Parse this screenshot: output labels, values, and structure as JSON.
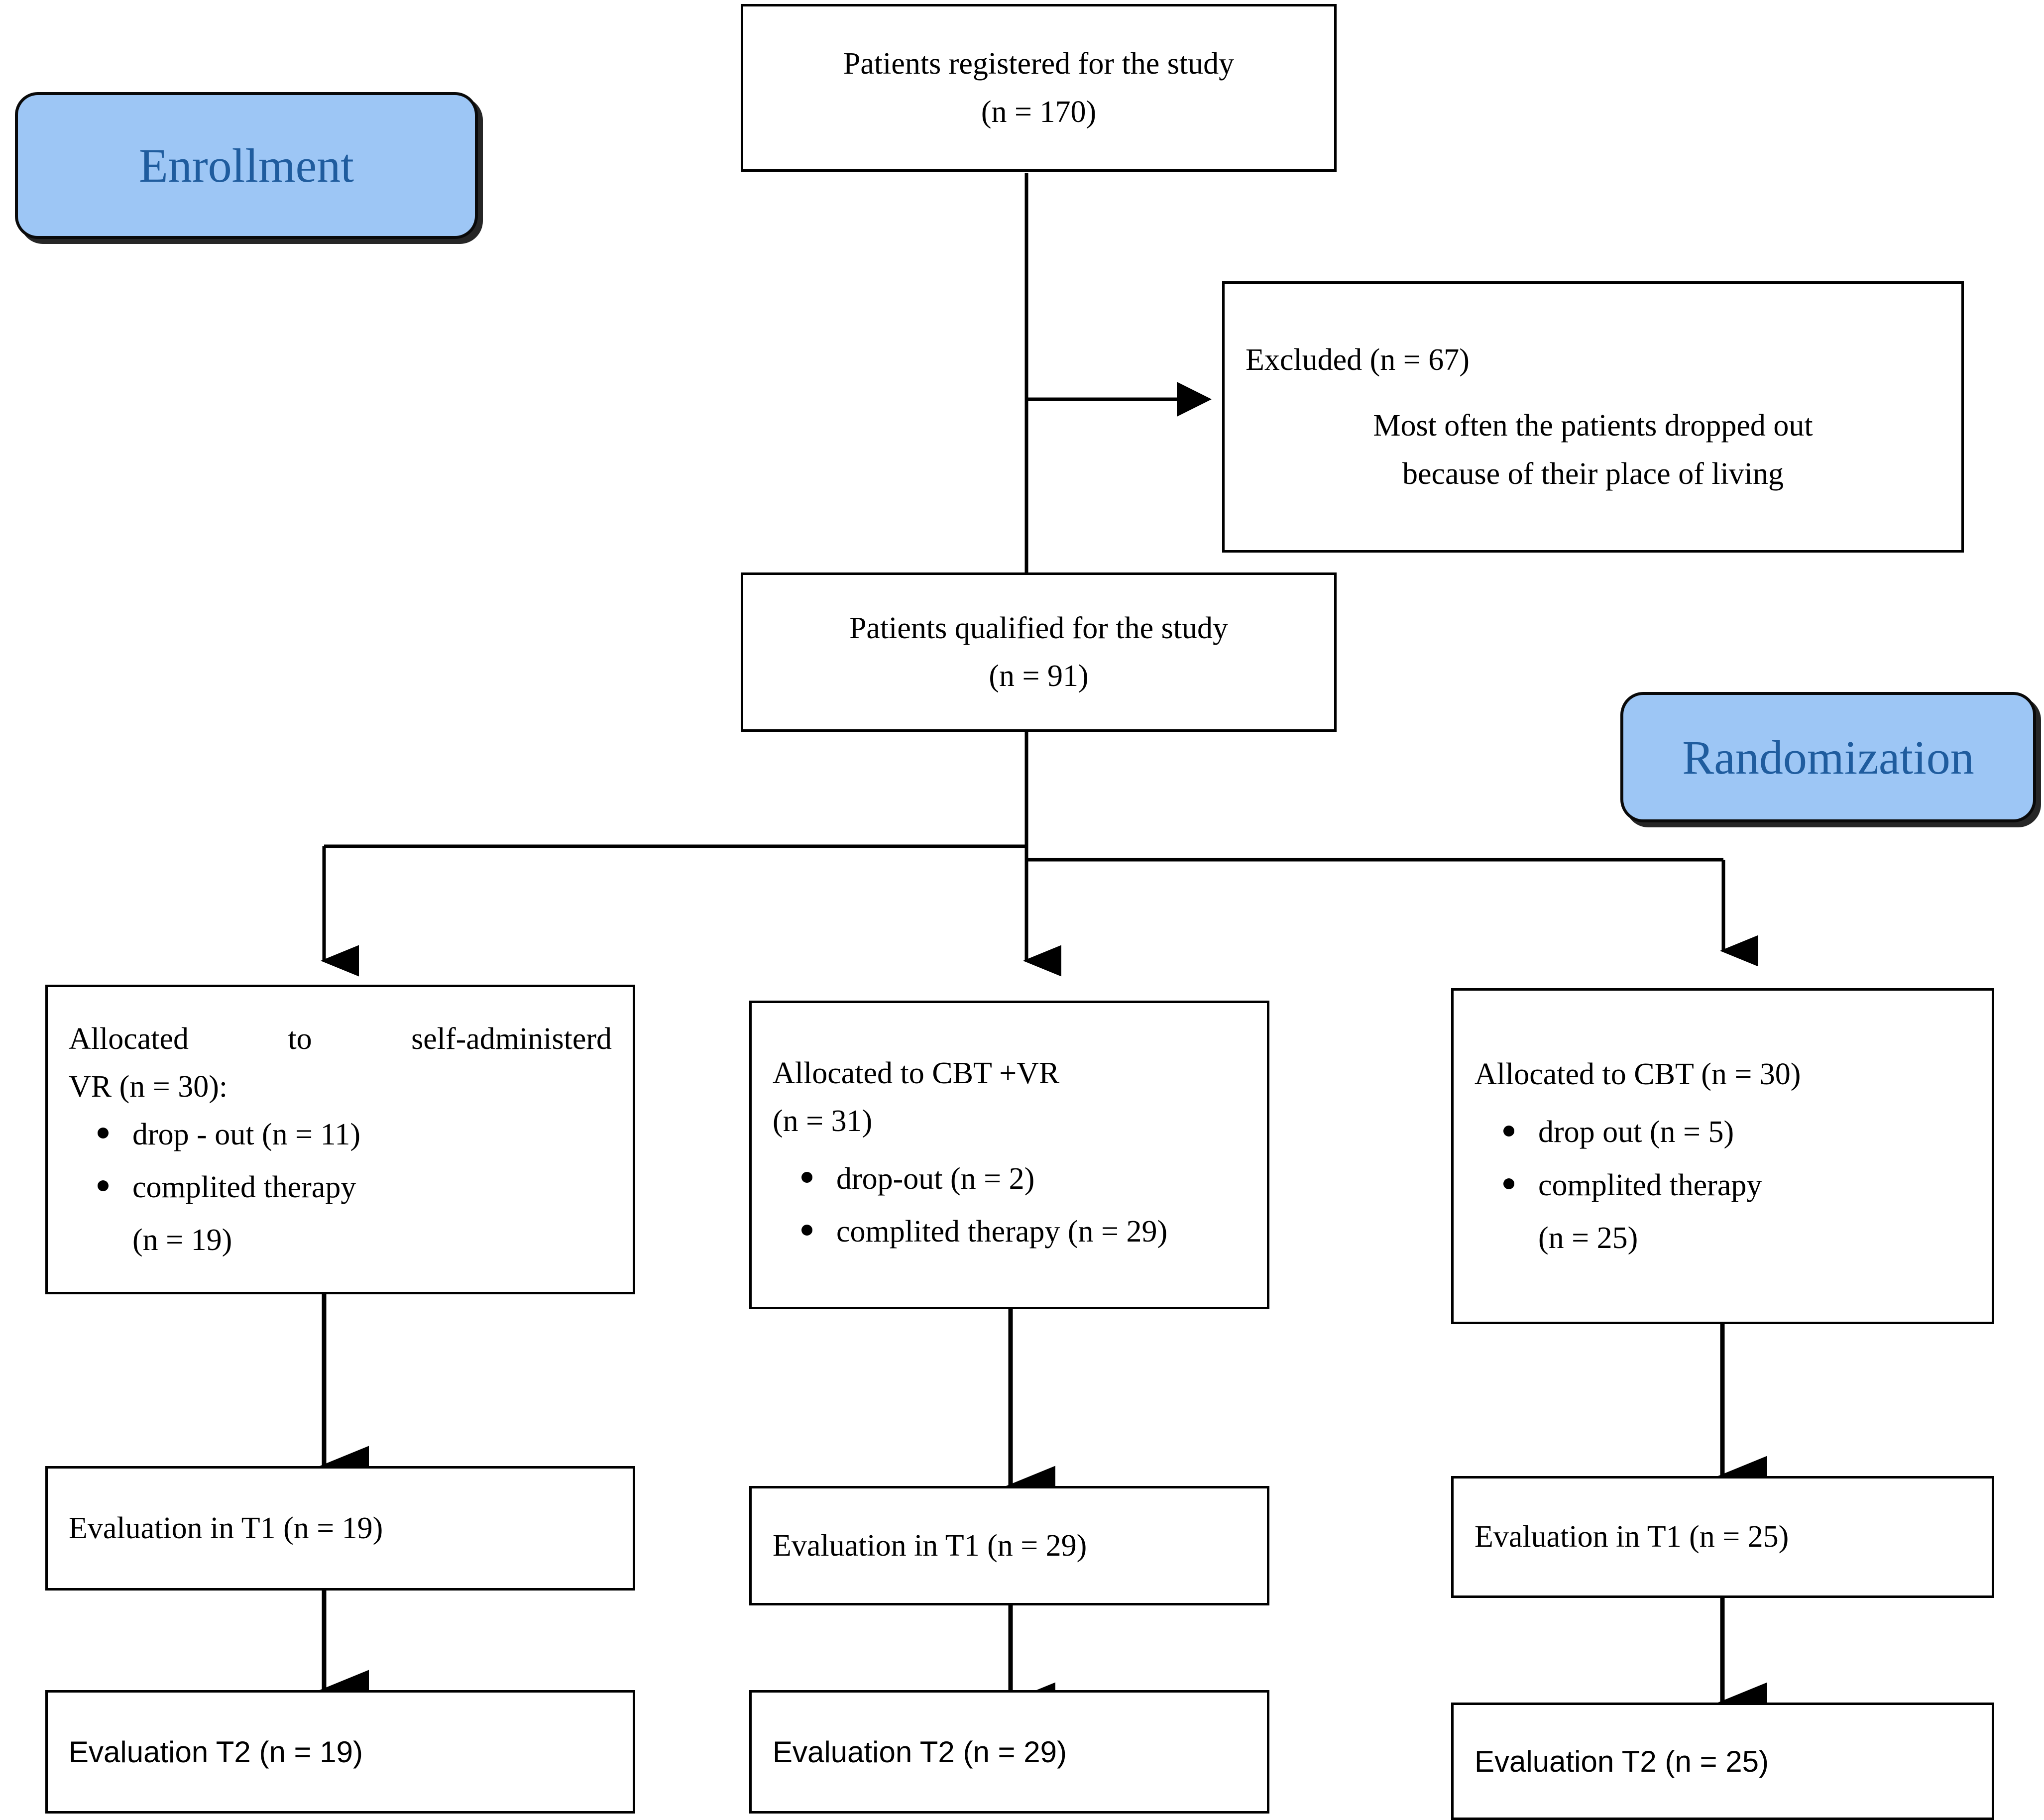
{
  "diagram": {
    "title": "CONSORT participant flow diagram",
    "accent_blue_fill": "#9dc6f5",
    "accent_blue_text": "#1f5c9e",
    "line_color": "#000000"
  },
  "phase_badges": {
    "enrollment": "Enrollment",
    "randomization": "Randomization"
  },
  "nodes": {
    "registered": {
      "line1": "Patients registered for the study",
      "line2": "(n = 170)"
    },
    "excluded": {
      "line1": "Excluded (n = 67)",
      "line2": "Most often the patients dropped out",
      "line3": "because of their place of living"
    },
    "qualified": {
      "line1": "Patients qualified for the study",
      "line2": "(n = 91)"
    },
    "alloc_vr": {
      "line1": "Allocated to self-administerd",
      "line2": "VR (n = 30):",
      "bullet1": "drop - out (n = 11)",
      "bullet2": "complited therapy",
      "bullet2_cont": "(n = 19)"
    },
    "alloc_cbtvr": {
      "line1": "Allocated to CBT +VR",
      "line2": "(n = 31)",
      "bullet1": "drop-out (n = 2)",
      "bullet2": "complited therapy (n = 29)"
    },
    "alloc_cbt": {
      "line1": "Allocated to CBT (n = 30)",
      "bullet1": "drop out (n = 5)",
      "bullet2": "complited therapy",
      "bullet2_cont": "(n = 25)"
    },
    "t1_vr": {
      "label": "Evaluation in T1 (n = 19)"
    },
    "t1_cbtvr": {
      "label": "Evaluation in T1 (n = 29)"
    },
    "t1_cbt": {
      "label": "Evaluation in T1 (n = 25)"
    },
    "t2_vr": {
      "label": "Evaluation T2 (n = 19)"
    },
    "t2_cbtvr": {
      "label": "Evaluation T2 (n = 29)"
    },
    "t2_cbt": {
      "label": "Evaluation T2 (n = 25)"
    }
  },
  "chart_data": {
    "type": "flowchart",
    "title": "CONSORT participant flow diagram",
    "phases": [
      "Enrollment",
      "Randomization"
    ],
    "stages": [
      {
        "id": "registered",
        "label": "Patients registered for the study",
        "n": 170
      },
      {
        "id": "excluded",
        "label": "Excluded",
        "n": 67,
        "reason": "Most often the patients dropped out because of their place of living"
      },
      {
        "id": "qualified",
        "label": "Patients qualified for the study",
        "n": 91
      }
    ],
    "arms": [
      {
        "id": "self-administered-vr",
        "allocated_label": "Allocated to self-administerd VR",
        "allocated_n": 30,
        "drop_out_n": 11,
        "completed_n": 19,
        "evaluation_T1_n": 19,
        "evaluation_T2_n": 19
      },
      {
        "id": "cbt-plus-vr",
        "allocated_label": "Allocated to CBT +VR",
        "allocated_n": 31,
        "drop_out_n": 2,
        "completed_n": 29,
        "evaluation_T1_n": 29,
        "evaluation_T2_n": 29
      },
      {
        "id": "cbt",
        "allocated_label": "Allocated to CBT",
        "allocated_n": 30,
        "drop_out_n": 5,
        "completed_n": 25,
        "evaluation_T1_n": 25,
        "evaluation_T2_n": 25
      }
    ],
    "edges": [
      {
        "from": "registered",
        "to": "qualified"
      },
      {
        "from": "registered",
        "to": "excluded"
      },
      {
        "from": "qualified",
        "to": "self-administered-vr"
      },
      {
        "from": "qualified",
        "to": "cbt-plus-vr"
      },
      {
        "from": "qualified",
        "to": "cbt"
      },
      {
        "from": "self-administered-vr",
        "to": "t1_vr"
      },
      {
        "from": "t1_vr",
        "to": "t2_vr"
      },
      {
        "from": "cbt-plus-vr",
        "to": "t1_cbtvr"
      },
      {
        "from": "t1_cbtvr",
        "to": "t2_cbtvr"
      },
      {
        "from": "cbt",
        "to": "t1_cbt"
      },
      {
        "from": "t1_cbt",
        "to": "t2_cbt"
      }
    ]
  }
}
